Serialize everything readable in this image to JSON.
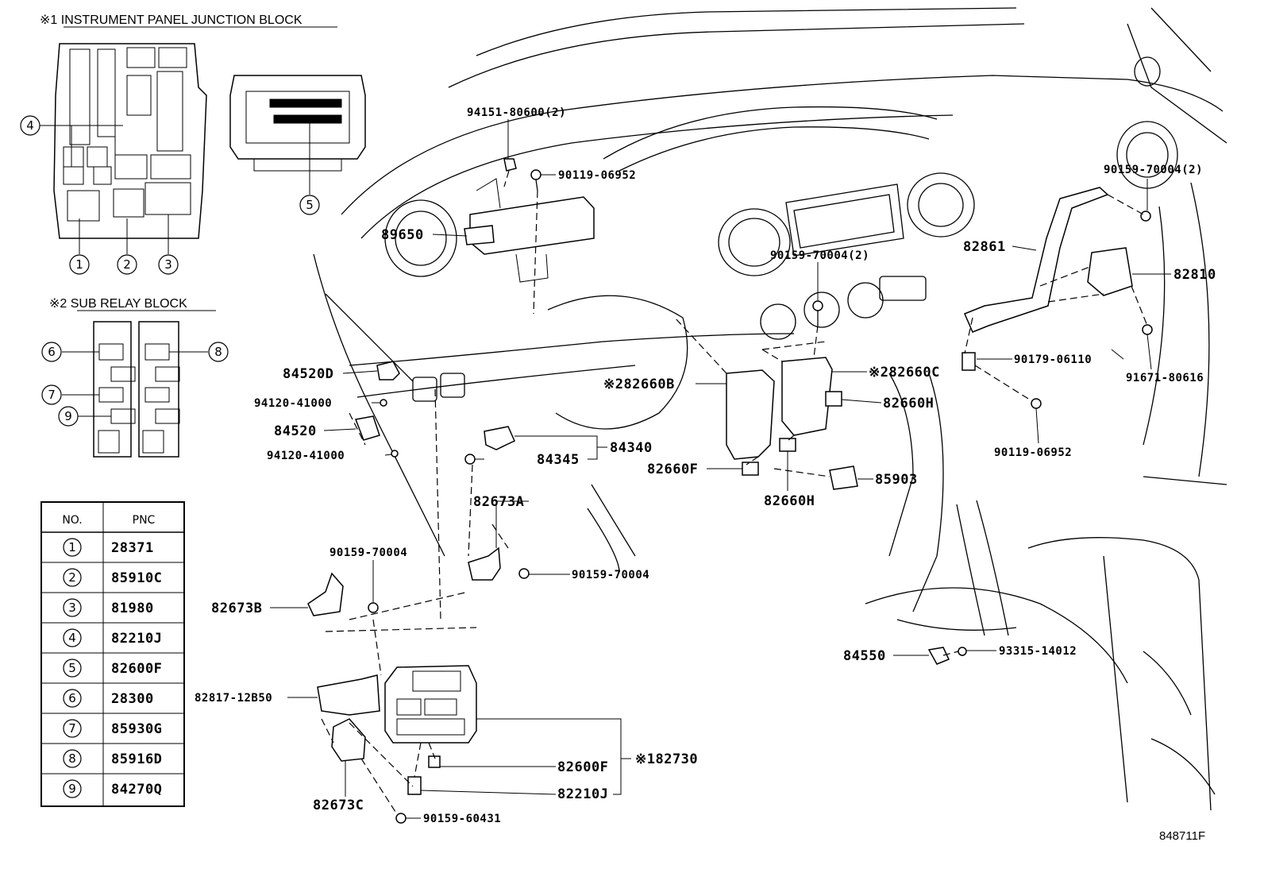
{
  "blocks": {
    "ij_title": "※1 INSTRUMENT PANEL JUNCTION BLOCK",
    "ij_callouts": [
      "1",
      "2",
      "3",
      "4",
      "5"
    ],
    "sub_title": "※2 SUB RELAY BLOCK",
    "sub_callouts": [
      "6",
      "7",
      "8",
      "9"
    ]
  },
  "table": {
    "headers": [
      "NO.",
      "PNC"
    ],
    "rows": [
      {
        "no": "1",
        "pnc": "28371"
      },
      {
        "no": "2",
        "pnc": "85910C"
      },
      {
        "no": "3",
        "pnc": "81980"
      },
      {
        "no": "4",
        "pnc": "82210J"
      },
      {
        "no": "5",
        "pnc": "82600F"
      },
      {
        "no": "6",
        "pnc": "28300"
      },
      {
        "no": "7",
        "pnc": "85930G"
      },
      {
        "no": "8",
        "pnc": "85916D"
      },
      {
        "no": "9",
        "pnc": "84270Q"
      }
    ]
  },
  "labels": {
    "p94151": "94151-80600(2)",
    "p90119a": "90119-06952",
    "p89650": "89650",
    "p84520d": "84520D",
    "p94120a": "94120-41000",
    "p84520": "84520",
    "p94120b": "94120-41000",
    "p84345": "84345",
    "p84340": "84340",
    "p82673a": "82673A",
    "p90159a": "90159-70004",
    "p90159b": "90159-70004",
    "p82673b": "82673B",
    "p82817": "82817-12B50",
    "p82673c": "82673C",
    "p90159c": "90159-60431",
    "p82600f": "82600F",
    "p82210j": "82210J",
    "p82730": "※182730",
    "p82660b": "※282660B",
    "p82660c": "※282660C",
    "p82660h1": "82660H",
    "p82660f": "82660F",
    "p82660h2": "82660H",
    "p85903": "85903",
    "p90159d": "90159-70004(2)",
    "p90159e": "90159-70004(2)",
    "p82861": "82861",
    "p82810": "82810",
    "p90179": "90179-06110",
    "p91671": "91671-80616",
    "p90119b": "90119-06952",
    "p84550": "84550",
    "p93315": "93315-14012",
    "figure_code": "848711F"
  }
}
